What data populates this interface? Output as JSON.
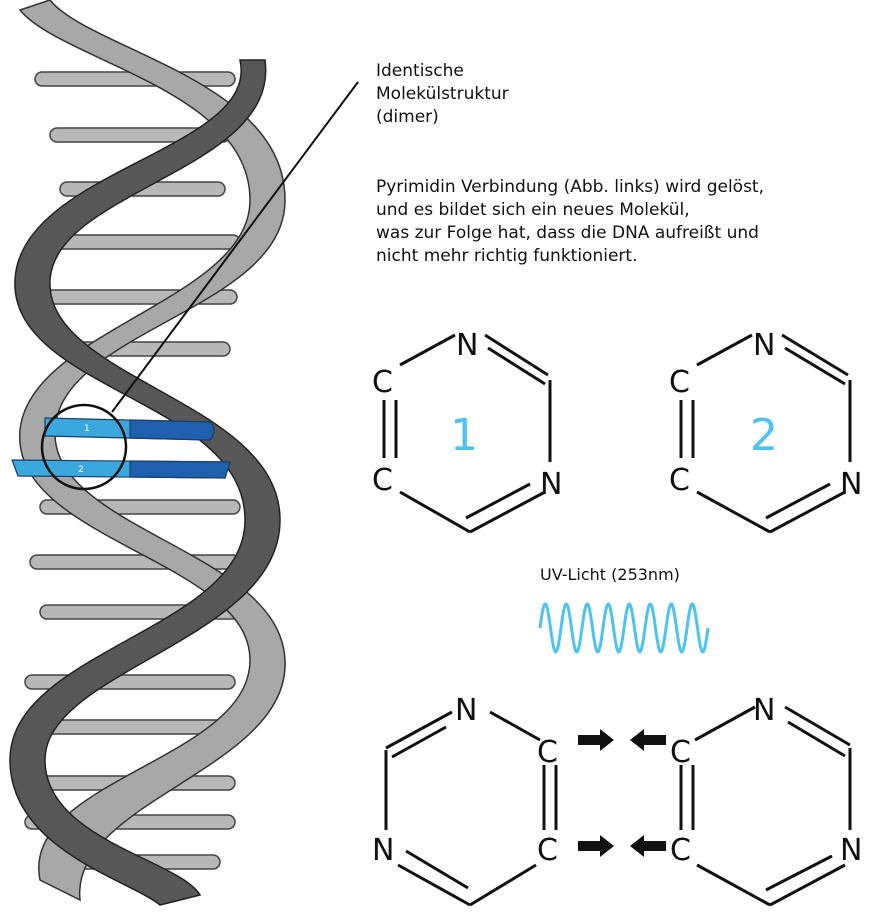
{
  "callout": {
    "line1": "Identische",
    "line2": "Molekülstruktur",
    "line3": "(dimer)"
  },
  "description": {
    "line1": "Pyrimidin Verbindung (Abb. links) wird gelöst,",
    "line2": "und es bildet sich ein neues Molekül,",
    "line3": "was zur Folge hat, dass die DNA aufreißt und",
    "line4": "nicht mehr richtig funktioniert."
  },
  "molecules": {
    "atom_n": "N",
    "atom_c": "C",
    "label_1": "1",
    "label_2": "2"
  },
  "highlight": {
    "base_1": "1",
    "base_2": "2"
  },
  "uv": {
    "label": "UV-Licht (253nm)"
  },
  "colors": {
    "accent_light_blue": "#4fc3ee",
    "highlight_blue": "#3aa8dc",
    "highlight_dark_blue": "#1e5fae",
    "strand_dark": "#555555",
    "strand_light": "#a8a8a8",
    "rung": "#b4b4b4"
  }
}
